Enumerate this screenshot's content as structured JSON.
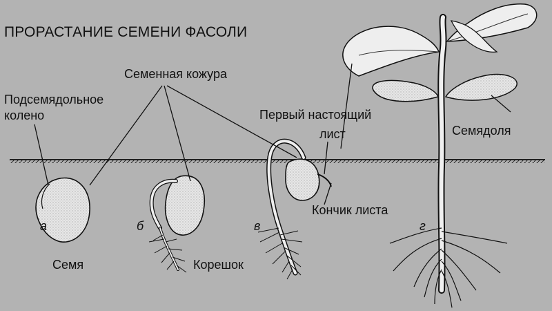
{
  "title": "ПРОРАСТАНИЕ СЕМЕНИ ФАСОЛИ",
  "labels": {
    "seed_coat": "Семенная кожура",
    "hypocotyl_line1": "Подсемядольное",
    "hypocotyl_line2": "колено",
    "first_leaf_line1": "Первый настоящий",
    "first_leaf_line2": "лист",
    "cotyledon": "Семядоля",
    "leaf_tip": "Кончик листа",
    "seed": "Семя",
    "root": "Корешок"
  },
  "stages": [
    "а",
    "б",
    "в",
    "г"
  ]
}
